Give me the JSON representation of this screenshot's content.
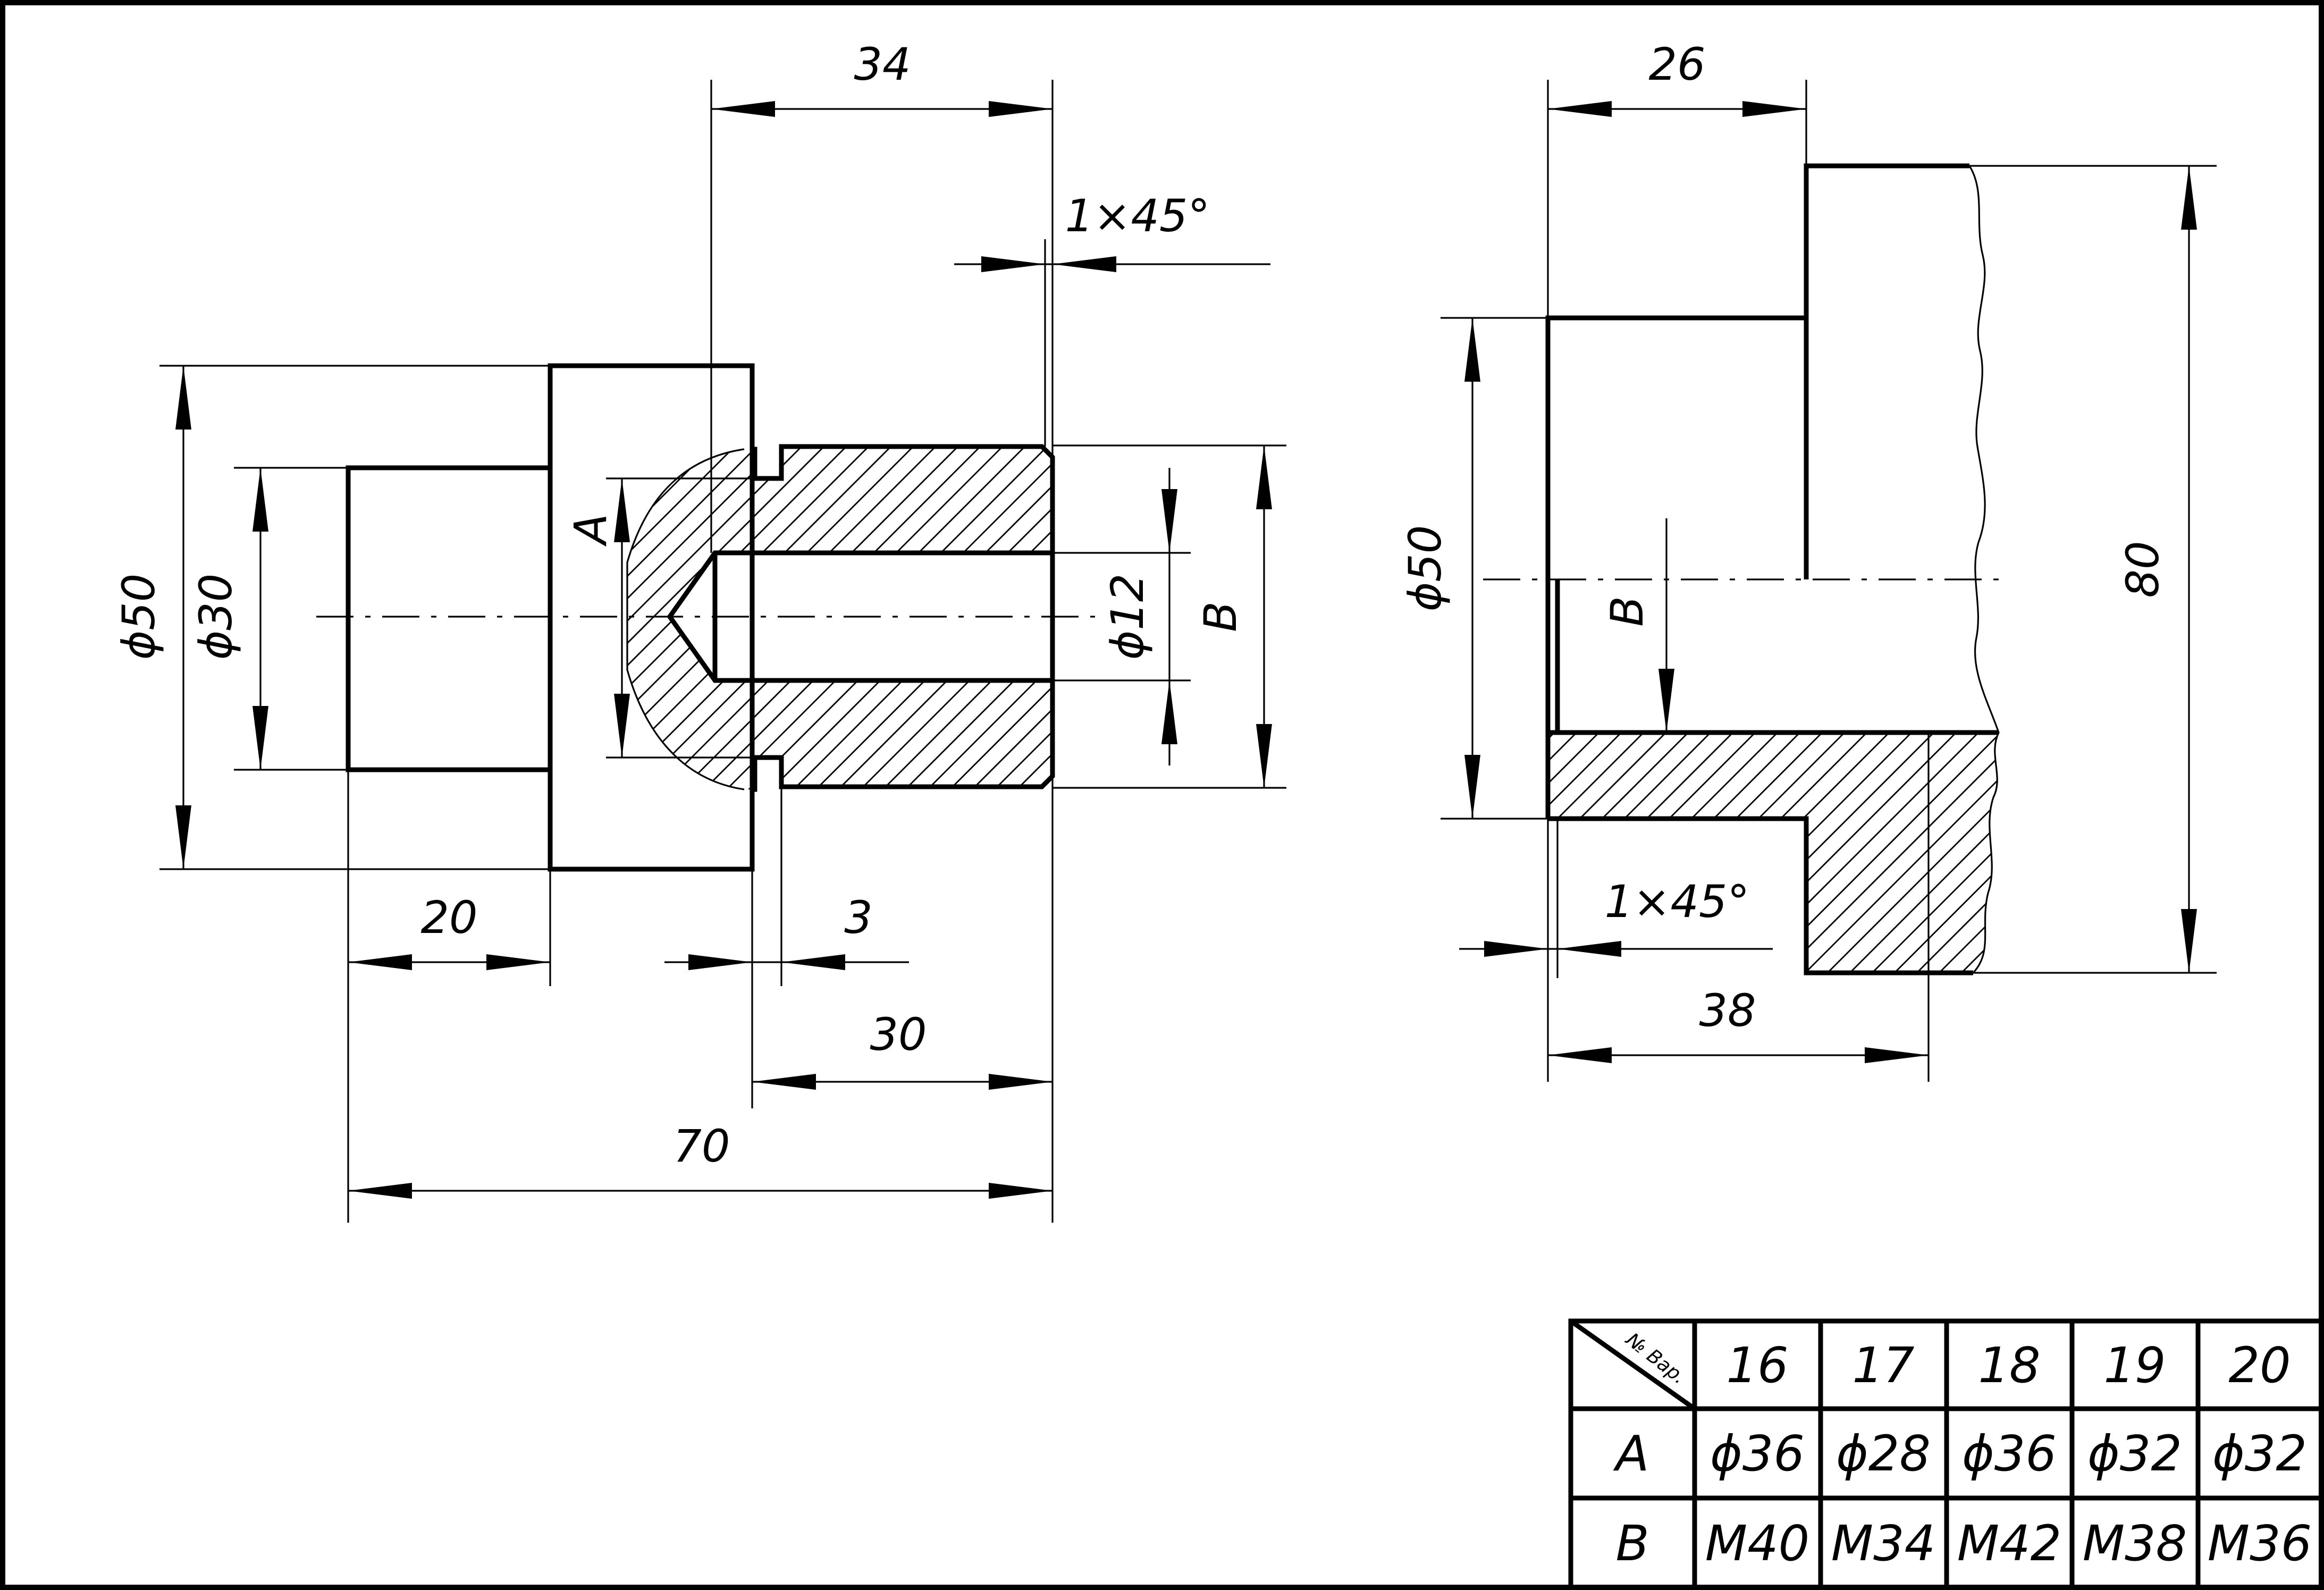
{
  "view_left": {
    "dims": {
      "d34": "34",
      "chamfer": "1×45°",
      "dA": "A",
      "d50": "ϕ50",
      "d30": "ϕ30",
      "d12": "ϕ12",
      "dB": "B",
      "d20": "20",
      "d3": "3",
      "d30len": "30",
      "d70": "70"
    }
  },
  "view_right": {
    "dims": {
      "d26": "26",
      "d50": "ϕ50",
      "dB": "B",
      "d80": "80",
      "chamfer": "1×45°",
      "d38": "38"
    }
  },
  "variants_table": {
    "corner_label": "№ Вар.",
    "columns": [
      "16",
      "17",
      "18",
      "19",
      "20"
    ],
    "rows": [
      {
        "label": "A",
        "values": [
          "ϕ36",
          "ϕ28",
          "ϕ36",
          "ϕ32",
          "ϕ32"
        ]
      },
      {
        "label": "B",
        "values": [
          "M40",
          "M34",
          "M42",
          "M38",
          "M36"
        ]
      }
    ]
  }
}
